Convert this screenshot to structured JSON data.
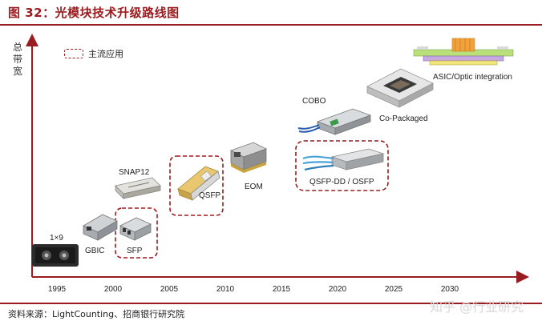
{
  "title": "图 32：光模块技术升级路线图",
  "y_axis_label": "总带宽",
  "legend": {
    "label": "主流应用"
  },
  "x_axis": {
    "ticks": [
      "1995",
      "2000",
      "2005",
      "2010",
      "2015",
      "2020",
      "2025",
      "2030"
    ]
  },
  "modules": [
    {
      "label": "1×9",
      "mainstream": false,
      "icon": "1x9-module-icon"
    },
    {
      "label": "GBIC",
      "mainstream": false,
      "icon": "gbic-module-icon"
    },
    {
      "label": "SFP",
      "mainstream": true,
      "icon": "sfp-module-icon"
    },
    {
      "label": "SNAP12",
      "mainstream": false,
      "icon": "snap12-module-icon"
    },
    {
      "label": "QSFP",
      "mainstream": true,
      "icon": "qsfp-module-icon"
    },
    {
      "label": "EOM",
      "mainstream": false,
      "icon": "eom-module-icon"
    },
    {
      "label": "COBO",
      "mainstream": false,
      "icon": "cobo-module-icon"
    },
    {
      "label": "QSFP-DD / OSFP",
      "mainstream": true,
      "icon": "qsfp-dd-module-icon"
    },
    {
      "label": "Co-Packaged",
      "mainstream": false,
      "icon": "co-packaged-icon"
    },
    {
      "label": "ASIC/Optic integration",
      "mainstream": false,
      "icon": "asic-optic-icon"
    }
  ],
  "source": "资料来源：LightCounting、招商银行研究院",
  "watermark": "知乎 @行业研究",
  "colors": {
    "accent": "#9b1c20"
  }
}
